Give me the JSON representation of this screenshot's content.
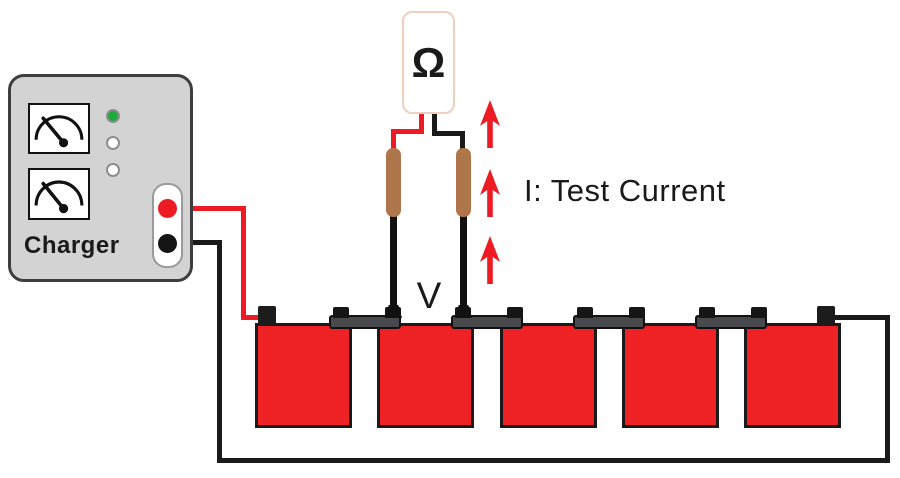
{
  "charger": {
    "label": "Charger",
    "led_states": [
      "on",
      "off",
      "off"
    ],
    "meter_count": 2
  },
  "ohmmeter": {
    "symbol": "Ω"
  },
  "labels": {
    "voltage": "V",
    "test_current": "I: Test Current"
  },
  "batteries": {
    "count": 5
  },
  "arrows": {
    "count": 3,
    "direction": "up"
  },
  "colors": {
    "wire_red": "#ed1c24",
    "battery_red": "#ee2125",
    "wire_black": "#1a1a1a",
    "charger_body": "#d3d3d3",
    "strap_gray": "#47494c",
    "probe_brown": "#b0764b",
    "led_green": "#1ea83e",
    "ohmmeter_border": "#edd0bf"
  }
}
